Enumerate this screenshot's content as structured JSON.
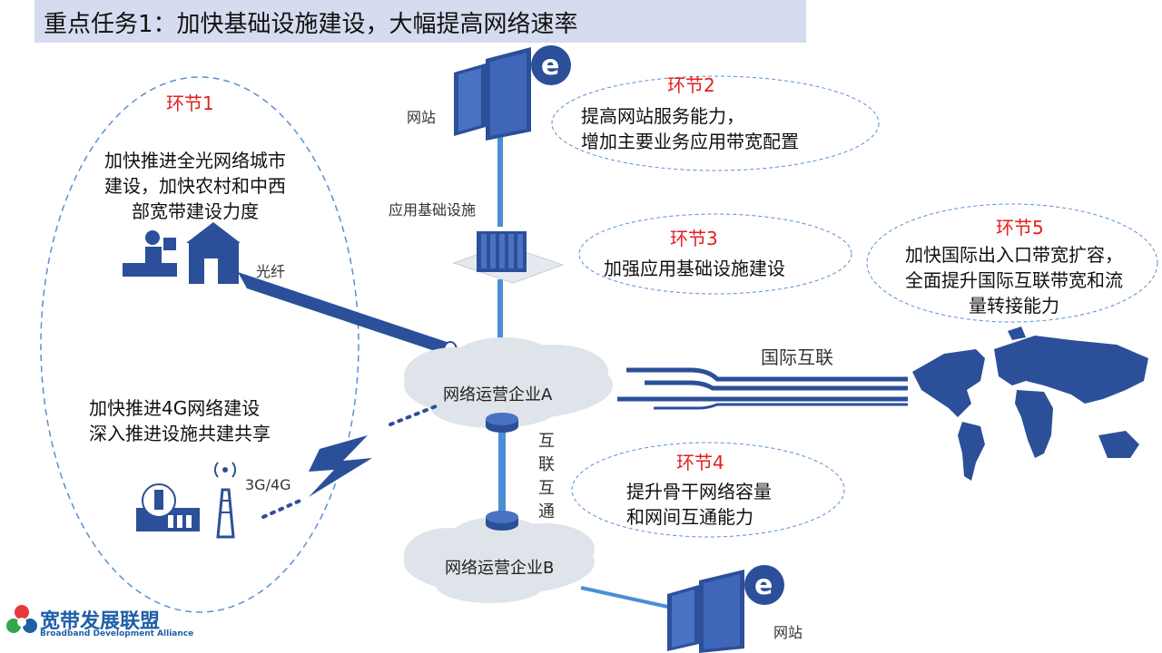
{
  "title": "重点任务1：加快基础设施建设，大幅提高网络速率",
  "steps": {
    "s1": {
      "label": "环节1",
      "desc1": "加快推进全光网络城市",
      "desc2": "建设，加快农村和中西",
      "desc3": "部宽带建设力度"
    },
    "s2": {
      "label": "环节2",
      "desc1": "提高网站服务能力，",
      "desc2": "增加主要业务应用带宽配置"
    },
    "s3": {
      "label": "环节3",
      "desc1": "加强应用基础设施建设"
    },
    "s4": {
      "label": "环节4",
      "desc1": "提升骨干网络容量",
      "desc2": "和网间互通能力"
    },
    "s5": {
      "label": "环节5",
      "desc1": "加快国际出入口带宽扩容，",
      "desc2": "全面提升国际互联带宽和流",
      "desc3": "量转接能力"
    }
  },
  "mobile": {
    "desc1": "加快推进4G网络建设",
    "desc2": "深入推进设施共建共享",
    "tag": "3G/4G"
  },
  "labels": {
    "website_top": "网站",
    "website_bottom": "网站",
    "app_infra": "应用基础设施",
    "fiber": "光纤",
    "intl": "国际互联",
    "interconnect1": "互",
    "interconnect2": "联",
    "interconnect3": "互",
    "interconnect4": "通",
    "operator_a": "网络运营企业A",
    "operator_b": "网络运营企业B"
  },
  "logo": {
    "name": "宽带发展联盟",
    "sub": "Broadband Development Alliance"
  },
  "colors": {
    "accent": "#2b4f99",
    "line": "#4a8fd6",
    "cloud": "#dfe3ea",
    "step": "#e41e1e",
    "title_bg": "#d5dcef"
  }
}
